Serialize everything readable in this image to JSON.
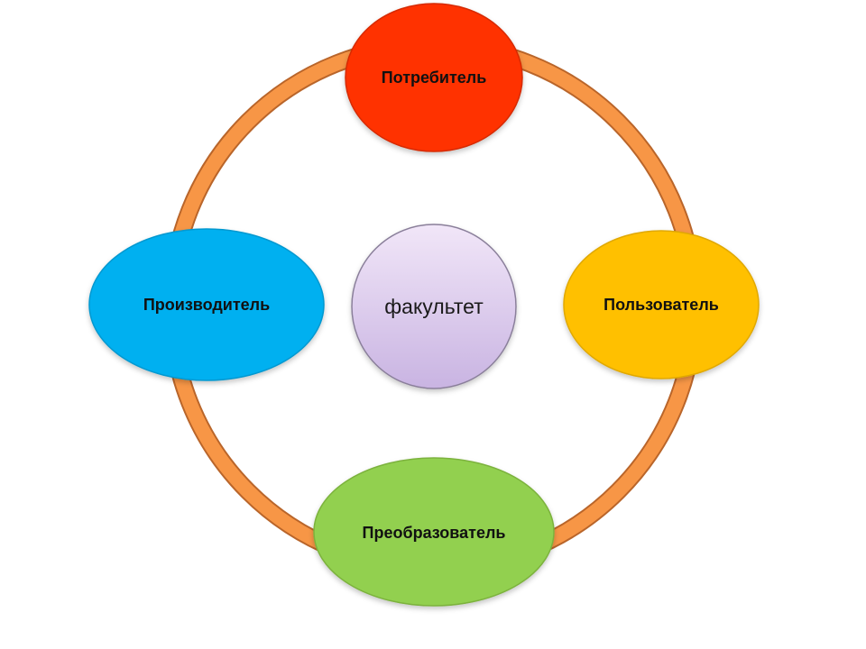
{
  "diagram": {
    "center": {
      "label": "факультет",
      "color_top": "#f1e6f8",
      "color_bottom": "#c9b4e2",
      "stroke": "#8a7f9a"
    },
    "ring": {
      "color": "#f79646",
      "edge_color": "#b9652a"
    },
    "nodes": [
      {
        "label": "Потребитель",
        "color": "#ff3300",
        "edge": "#d62a00"
      },
      {
        "label": "Пользователь",
        "color": "#ffc000",
        "edge": "#e0a800"
      },
      {
        "label": "Преобразователь",
        "color": "#92d050",
        "edge": "#7bb23c"
      },
      {
        "label": "Производитель",
        "color": "#00b0f0",
        "edge": "#0098d0"
      }
    ]
  }
}
